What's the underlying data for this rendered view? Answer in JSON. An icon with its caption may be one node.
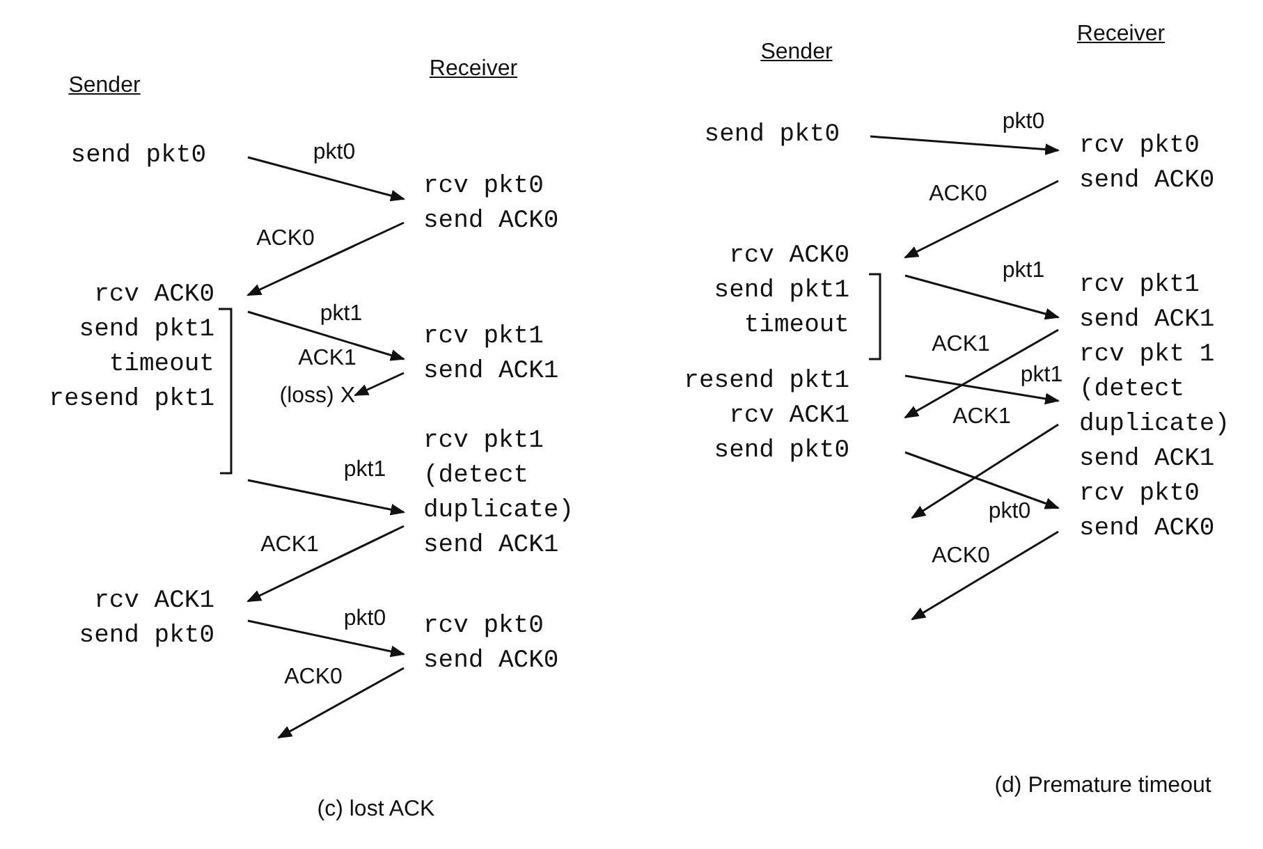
{
  "diagram": {
    "nodes": [
      {
        "text": [
          "send pkt0"
        ]
      },
      {
        "text": [
          "rcv pkt0",
          "send ACK0"
        ]
      },
      {
        "text": [
          "rcv ACK0",
          "send pkt1",
          "timeout",
          "resend pkt1"
        ]
      },
      {
        "text": [
          "rcv pkt1",
          "send ACK1"
        ]
      },
      {
        "text": [
          "(loss) X"
        ]
      },
      {
        "text": [
          "rcv pkt1",
          "(detect duplicate)",
          "send ACK1"
        ]
      },
      {
        "text": [
          "rcv ACK1",
          "send pkt0"
        ]
      },
      {
        "text": [
          "rcv pkt0",
          "send ACK0"
        ]
      },
      {
        "text": [
          "send pkt0"
        ]
      },
      {
        "text": [
          "rcv pkt0",
          "send ACK0"
        ]
      },
      {
        "text": [
          "rcv ACK0",
          "send pkt1",
          "timeout"
        ]
      },
      {
        "text": [
          "rcv pkt1",
          "send ACK1"
        ]
      },
      {
        "text": [
          "resend pkt1",
          "rcv ACK1",
          "send pkt0"
        ]
      },
      {
        "text": [
          "rcv pkt 1",
          "(detect duplicate)",
          "send ACK1"
        ]
      },
      {
        "text": [
          "rcv pkt0",
          "send ACK0"
        ]
      }
    ],
    "edges": [
      {
        "from": 0,
        "to": 1,
        "arrow": "to",
        "label": "pkt0"
      },
      {
        "from": 1,
        "to": 2,
        "arrow": "to",
        "label": "ACK0"
      },
      {
        "from": 2,
        "to": 3,
        "arrow": "to",
        "label": "pkt1"
      },
      {
        "from": 3,
        "to": 4,
        "arrow": "to",
        "label": "ACK1"
      },
      {
        "from": 2,
        "to": 5,
        "arrow": "to",
        "label": "pkt1"
      },
      {
        "from": 5,
        "to": 6,
        "arrow": "to",
        "label": "ACK1"
      },
      {
        "from": 6,
        "to": 7,
        "arrow": "to",
        "label": "pkt0"
      },
      {
        "from": 7,
        "to": null,
        "arrow": "to",
        "label": "ACK0"
      },
      {
        "from": 8,
        "to": 9,
        "arrow": "to",
        "label": "pkt0"
      },
      {
        "from": 9,
        "to": 10,
        "arrow": "to",
        "label": "ACK0"
      },
      {
        "from": 10,
        "to": 11,
        "arrow": "to",
        "label": "pkt1"
      },
      {
        "from": 11,
        "to": 12,
        "arrow": "to",
        "label": "ACK1"
      },
      {
        "from": 12,
        "to": 13,
        "arrow": "to",
        "label": "pkt1"
      },
      {
        "from": 13,
        "to": null,
        "arrow": "to",
        "label": "ACK1"
      },
      {
        "from": 12,
        "to": 14,
        "arrow": "to",
        "label": "pkt0"
      },
      {
        "from": 14,
        "to": null,
        "arrow": "to",
        "label": "ACK0"
      }
    ],
    "labels": [
      "Sender",
      "Receiver",
      "(c) lost ACK",
      "Sender",
      "Receiver",
      "(d) Premature timeout"
    ]
  }
}
